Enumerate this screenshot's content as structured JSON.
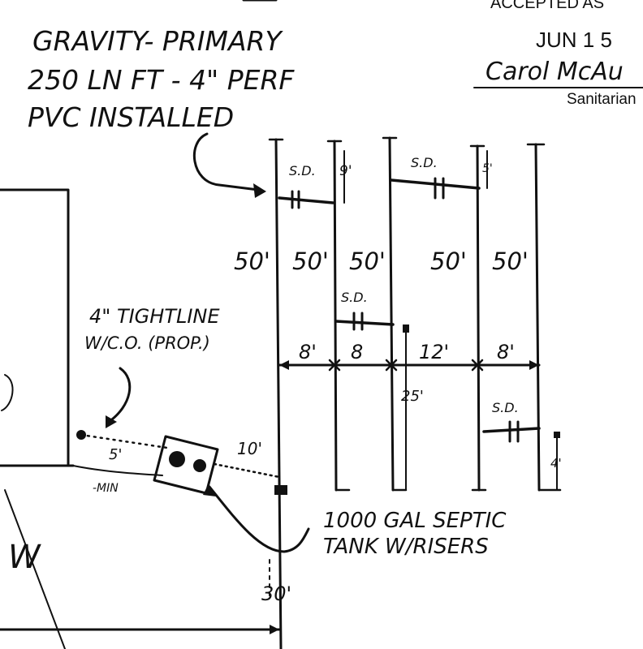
{
  "stamp": {
    "accepted": "ACCEPTED AS",
    "date": "JUN 1 5",
    "signature": "Carol McAu",
    "title": "Sanitarian"
  },
  "notes": {
    "primary_line1": "GRAVITY- PRIMARY",
    "primary_line2": "250 LN FT - 4\" PERF",
    "primary_line3": "PVC INSTALLED",
    "tightline_line1": "4\" TIGHTLINE",
    "tightline_line2": "W/C.O. (PROP.)",
    "septic_line1": "1000 GAL SEPTIC",
    "septic_line2": "TANK W/RISERS"
  },
  "labels": {
    "sd": "S.D.",
    "trench_len": "50'",
    "dim_8": "8'",
    "dim_8b": "8",
    "dim_12": "12'",
    "dim_25": "25'",
    "dim_9": "9'",
    "dim_5": "5'",
    "dim_4": "4'",
    "dim_10": "10'",
    "dim_30": "30'",
    "min": "-MIN",
    "w": "W"
  }
}
